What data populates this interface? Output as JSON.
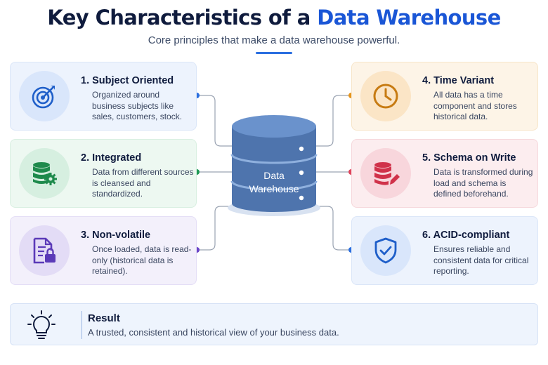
{
  "header": {
    "title_part1": "Key Characteristics of a ",
    "title_part2": "Data Warehouse",
    "subtitle": "Core principles that make a data warehouse powerful."
  },
  "center": {
    "label_line1": "Data",
    "label_line2": "Warehouse"
  },
  "characteristics": [
    {
      "title": "1. Subject Oriented",
      "text": "Organized around business subjects like sales, customers, stock.",
      "icon": "target-icon",
      "color": "#1f5fc9"
    },
    {
      "title": "2. Integrated",
      "text": "Data from different sources is cleansed and standardized.",
      "icon": "database-gear-icon",
      "color": "#1e8a4c"
    },
    {
      "title": "3. Non-volatile",
      "text": "Once loaded, data is read-only (historical data is retained).",
      "icon": "document-lock-icon",
      "color": "#5b3ab8"
    },
    {
      "title": "4. Time Variant",
      "text": "All data has a time component and stores historical data.",
      "icon": "clock-icon",
      "color": "#c77b12"
    },
    {
      "title": "5. Schema on Write",
      "text": "Data is transformed during load and schema is defined beforehand.",
      "icon": "database-edit-icon",
      "color": "#d0324a"
    },
    {
      "title": "6. ACID-compliant",
      "text": "Ensures reliable and consistent data for critical reporting.",
      "icon": "shield-check-icon",
      "color": "#1f5fc9"
    }
  ],
  "result": {
    "title": "Result",
    "text": "A trusted, consistent and historical view of your business data.",
    "icon": "lightbulb-icon"
  }
}
